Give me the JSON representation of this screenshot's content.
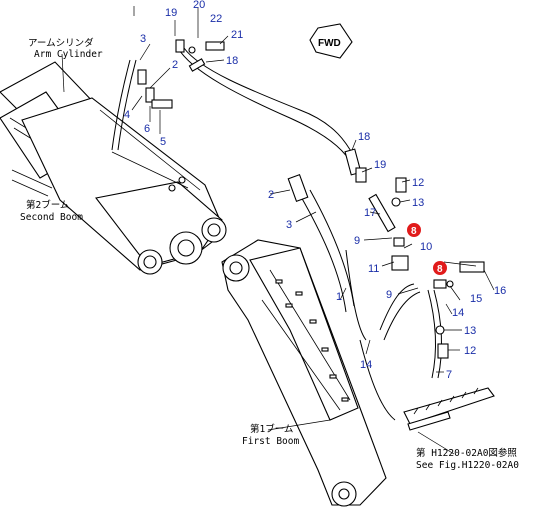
{
  "labels": {
    "arm_cylinder_jp": "アームシリンダ",
    "arm_cylinder_en": "Arm Cylinder",
    "second_boom_jp": "第2ブーム",
    "second_boom_en": "Second Boom",
    "first_boom_jp": "第1ブーム",
    "first_boom_en": "First Boom",
    "ref_jp": "第 H1220-02A0図参照",
    "ref_en": "See Fig.H1220-02A0",
    "fwd": "FWD"
  },
  "callouts": {
    "c1": "1",
    "c2a": "2",
    "c2b": "2",
    "c3a": "3",
    "c3b": "3",
    "c4": "4",
    "c5": "5",
    "c6": "6",
    "c7": "7",
    "c8a": "8",
    "c8b": "8",
    "c9a": "9",
    "c9b": "9",
    "c10": "10",
    "c11": "11",
    "c12a": "12",
    "c12b": "12",
    "c13a": "13",
    "c13b": "13",
    "c14a": "14",
    "c14b": "14",
    "c15": "15",
    "c16": "16",
    "c17": "17",
    "c18a": "18",
    "c18b": "18",
    "c19a": "19",
    "c19b": "19",
    "c20": "20",
    "c21": "21",
    "c22": "22"
  },
  "colors": {
    "callout_text": "#1a2ea8",
    "highlight_dot": "#e11b1b",
    "line": "#000000"
  }
}
